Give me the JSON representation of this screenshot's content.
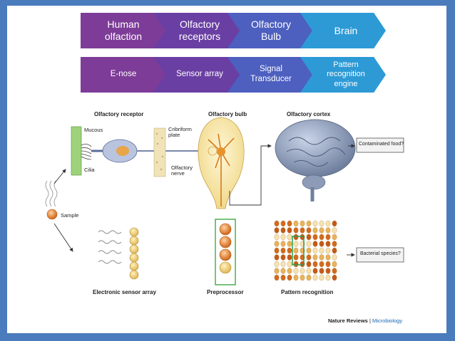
{
  "top_row": [
    {
      "label": "Human\nolfaction",
      "color": "#7d3c98"
    },
    {
      "label": "Olfactory\nreceptors",
      "color": "#6a3fa3"
    },
    {
      "label": "Olfactory\nBulb",
      "color": "#4d5fbf"
    },
    {
      "label": "Brain",
      "color": "#2d9ad6"
    }
  ],
  "bottom_row": [
    {
      "label": "E-nose",
      "color": "#7d3c98"
    },
    {
      "label": "Sensor array",
      "color": "#6a3fa3"
    },
    {
      "label": "Signal\nTransducer",
      "color": "#4d5fbf"
    },
    {
      "label": "Pattern\nrecognition\nengine",
      "color": "#2d9ad6"
    }
  ],
  "figure": {
    "headings": {
      "olfactory_receptor": "Olfactory receptor",
      "olfactory_bulb": "Olfactory bulb",
      "olfactory_cortex": "Olfactory cortex",
      "electronic_sensor_array": "Electronic sensor array",
      "preprocessor": "Preprocessor",
      "pattern_recognition": "Pattern recognition"
    },
    "labels": {
      "mucous": "Mucous",
      "cilia": "Cilia",
      "cribriform": "Cribriform\nplate",
      "olfactory_nerve": "Olfactory\nnerve",
      "sample": "Sample",
      "contaminated_food": "Contaminated food?",
      "bacterial_species": "Bacterial species?"
    },
    "credit_brand": "Nature Reviews",
    "credit_sep": " | ",
    "credit_journal": "Microbiology"
  }
}
